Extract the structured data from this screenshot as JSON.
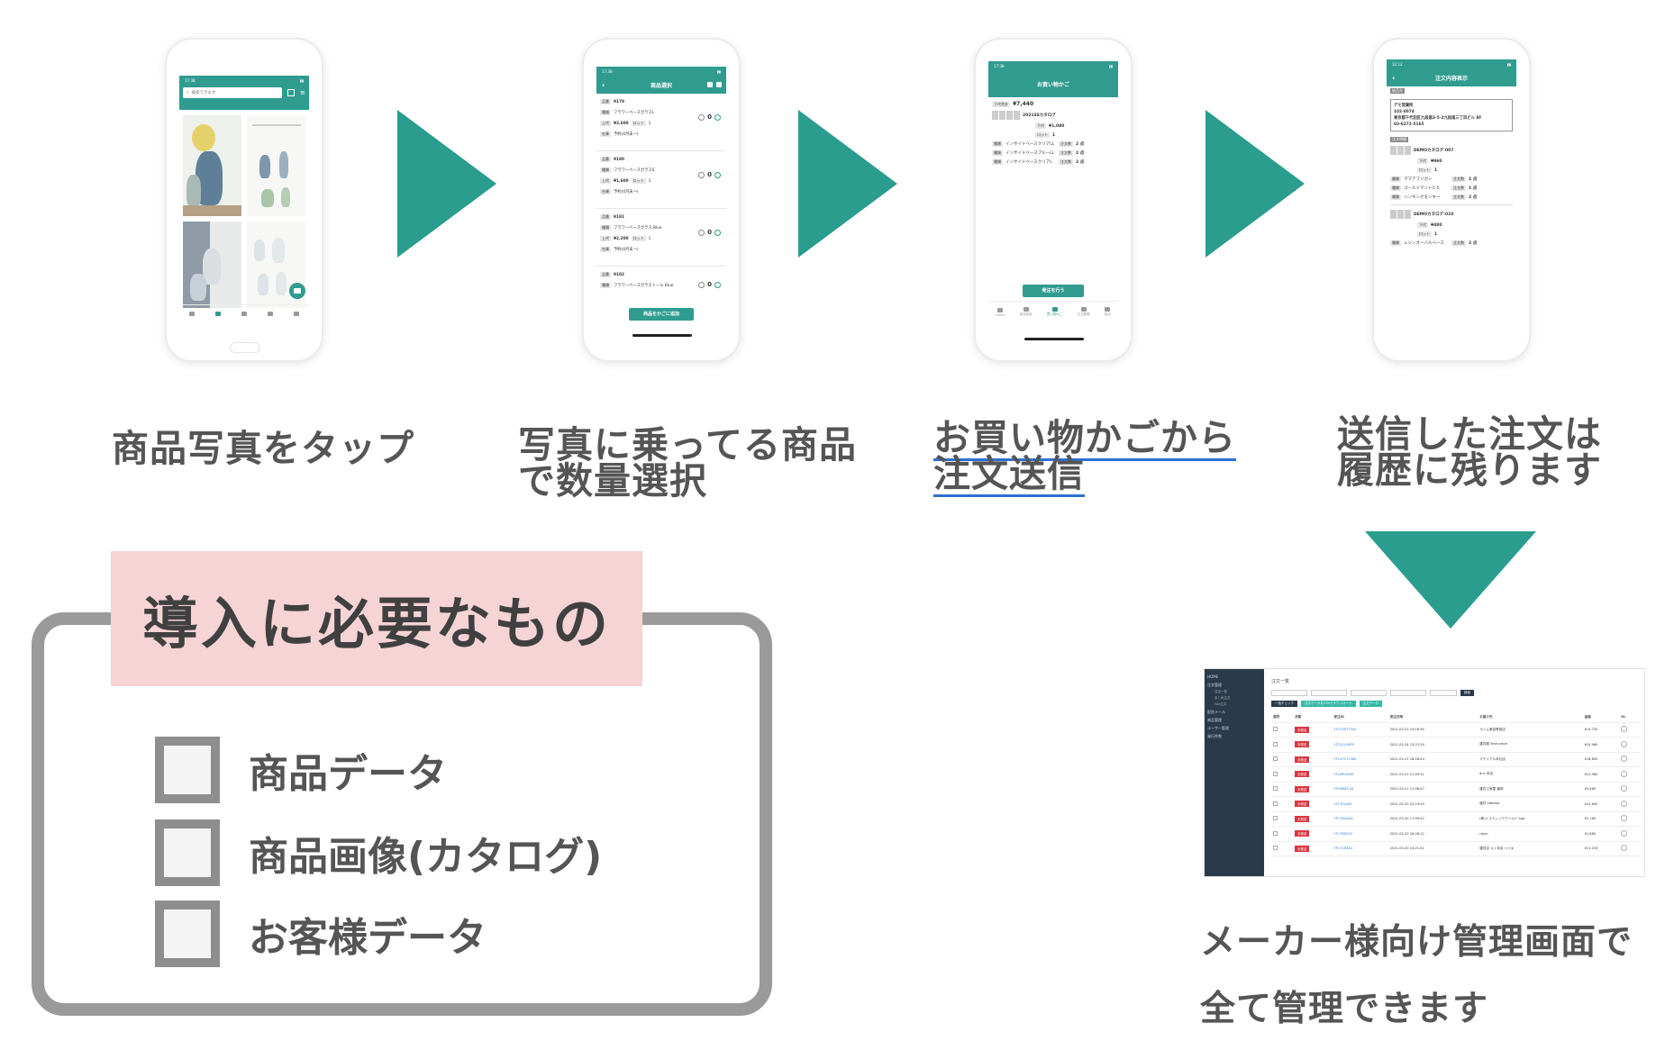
{
  "colors": {
    "teal": "#2b9d8f",
    "pink": "#f6d3d5",
    "grey_border": "#9a9a9a",
    "text": "#555555"
  },
  "captions": {
    "step1": "商品写真をタップ",
    "step2_line1": "写真に乗ってる商品",
    "step2_line2": "で数量選択",
    "step3_line1": "お買い物かごから",
    "step3_line2": "注文送信",
    "step4_line1": "送信した注文は",
    "step4_line2": "履歴に残ります",
    "admin_line1": "メーカー様向け管理画面で",
    "admin_line2": "全て管理できます"
  },
  "requirements": {
    "title": "導入に必要なもの",
    "items": [
      "商品データ",
      "商品画像(カタログ)",
      "お客様データ"
    ]
  },
  "phone1": {
    "time": "17:38",
    "search_placeholder": "検索できます",
    "tabs": [
      "",
      "",
      "",
      "",
      ""
    ]
  },
  "phone2": {
    "time": "17:38",
    "title": "商品選択",
    "products": [
      {
        "code_label": "品番",
        "code": "9179",
        "kind_label": "種類",
        "kind": "フラワーベースガラスL",
        "price_label": "上代",
        "price": "¥2,600",
        "lot_label": "ロット",
        "lot": "1",
        "stock_label": "在庫",
        "stock": "予約(4月末〜)",
        "qty": "0"
      },
      {
        "code_label": "品番",
        "code": "9180",
        "kind_label": "種類",
        "kind": "フラワーベースガラスS",
        "price_label": "上代",
        "price": "¥1,600",
        "lot_label": "ロット",
        "lot": "1",
        "stock_label": "在庫",
        "stock": "予約(4月末〜)",
        "qty": "0"
      },
      {
        "code_label": "品番",
        "code": "9181",
        "kind_label": "種類",
        "kind": "フラワーベースガラス Blue",
        "price_label": "上代",
        "price": "¥2,200",
        "lot_label": "ロット",
        "lot": "1",
        "stock_label": "在庫",
        "stock": "予約(4月末〜)",
        "qty": "0"
      },
      {
        "code_label": "品番",
        "code": "9182",
        "kind_label": "種類",
        "kind": "フラワーベースガラストール Blue",
        "qty": "0"
      }
    ],
    "add_button": "商品をかごに追加"
  },
  "phone3": {
    "time": "17:38",
    "title": "お買い物かご",
    "total_label": "下代合計",
    "total": "¥7,440",
    "catalog_name": "2021SSカタログ",
    "price_label": "下代",
    "price": "¥1,080",
    "lot_label": "ロット",
    "lot": "1",
    "lines": [
      {
        "kind_label": "種類",
        "name": "インサイドベースクリアLL",
        "qty_label": "注文数",
        "qty": "2 点"
      },
      {
        "kind_label": "種類",
        "name": "インサイドベースブルーLL",
        "qty_label": "注文数",
        "qty": "2 点"
      },
      {
        "kind_label": "種類",
        "name": "インサイドベースクリアL",
        "qty_label": "注文数",
        "qty": "2 点"
      }
    ],
    "order_button": "発注を行う",
    "tabs": [
      "Home",
      "商品検索",
      "買い物かご",
      "注文履歴",
      "設定"
    ]
  },
  "phone4": {
    "time": "12:12",
    "title": "注文内容表示",
    "ship_tag": "納品先",
    "address": [
      "デモ営業所",
      "102-0074",
      "東京都千代田区九段南3-5-2九段南三丁目ビル 8F",
      "03-6272-5165"
    ],
    "detail_tag": "注文明細",
    "catalogs": [
      {
        "name": "DEMOカタログ-007",
        "price_label": "下代",
        "price": "¥960",
        "lot_label": "ロット",
        "lot": "1",
        "lines": [
          {
            "kind_label": "種類",
            "name": "ママアフリカン",
            "qty_label": "注文数",
            "qty": "1 点"
          },
          {
            "kind_label": "種類",
            "name": "ゴールドマントヒヒ",
            "qty_label": "注文数",
            "qty": "1 点"
          },
          {
            "kind_label": "種類",
            "name": "ハンギングモンキー",
            "qty_label": "注文数",
            "qty": "2 点"
          }
        ]
      },
      {
        "name": "DEMOカタログ-010",
        "price_label": "下代",
        "price": "¥480",
        "lot_label": "ロット",
        "lot": "1",
        "lines": [
          {
            "kind_label": "種類",
            "name": "レジンオーバルベース",
            "qty_label": "注文数",
            "qty": "2 点"
          }
        ]
      }
    ]
  },
  "admin": {
    "sidebar": [
      "HOME",
      "注文管理",
      "注文一覧",
      "まとめ注文",
      "FAX注文",
      "配信メール",
      "商品管理",
      "ユーザー管理",
      "発行件数"
    ],
    "page_title": "注文一覧",
    "search_button": "検索",
    "actions": [
      "一括チェック",
      "注文データをCSVでダウンロード",
      "注文データ"
    ],
    "columns": [
      "選択",
      "状態",
      "受注ID",
      "受注日時",
      "",
      "お届け先",
      "金額",
      "DL"
    ],
    "rows": [
      {
        "status": "未発送",
        "id": "YF123977345",
        "date": "2021-03-22 15:16:30",
        "dest": "ライム美容専用店",
        "amount": "¥15,720"
      },
      {
        "status": "未発送",
        "id": "YF122226PS",
        "date": "2021-03-24 13:22:29",
        "dest": "雑貨屋 little piece",
        "amount": "¥24,960"
      },
      {
        "status": "未発送",
        "id": "YF147217380",
        "date": "2021-03-21 18:28:44",
        "dest": "マテイアル本社店",
        "amount": "¥16,800"
      },
      {
        "status": "未発送",
        "id": "YF1MR2D00",
        "date": "2021-03-21 11:49:51",
        "dest": "anv 本店",
        "amount": "¥12,960"
      },
      {
        "status": "未発送",
        "id": "YF1MBEC48",
        "date": "2021-03-21 11:58:47",
        "dest": "雑貨工房屋 福岡",
        "amount": "¥5,460"
      },
      {
        "status": "未発送",
        "id": "YF1TKLA4F",
        "date": "2021-03-20 22:19:49",
        "dest": "雑貨 bitbless",
        "amount": "¥15,600"
      },
      {
        "status": "未発送",
        "id": "YF17A4A0D",
        "date": "2021-03-20 17:09:42",
        "dest": "(株)ミスティックワールド Spa",
        "amount": "¥2,160"
      },
      {
        "status": "未発送",
        "id": "YF17BD1VF",
        "date": "2021-03-20 16:28:12",
        "dest": "ratyo",
        "amount": "¥1,680"
      },
      {
        "status": "未発送",
        "id": "YF17183A3",
        "date": "2021-03-20 14:21:41",
        "dest": "雑貨店 メイ本店 ハイキ",
        "amount": "¥11,100"
      }
    ]
  }
}
